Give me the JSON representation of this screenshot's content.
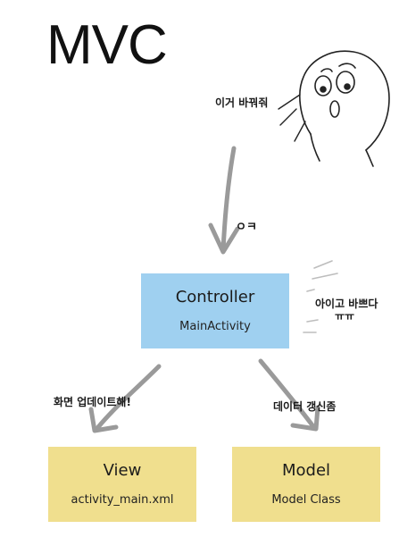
{
  "title": "MVC",
  "notes": {
    "request": "이거 바꿔줘",
    "ack": "ㅇㅋ",
    "busy_line1": "아이고 바쁘다",
    "busy_line2": "ㅠㅠ",
    "update_view": "화면 업데이트해!",
    "update_model": "데이터 갱신좀"
  },
  "boxes": {
    "controller": {
      "title": "Controller",
      "subtitle": "MainActivity",
      "color": "#9fd0f0"
    },
    "view": {
      "title": "View",
      "subtitle": "activity_main.xml",
      "color": "#f0df8e"
    },
    "model": {
      "title": "Model",
      "subtitle": "Model Class",
      "color": "#f0df8e"
    }
  },
  "stroke_color": "#9a9a9a"
}
